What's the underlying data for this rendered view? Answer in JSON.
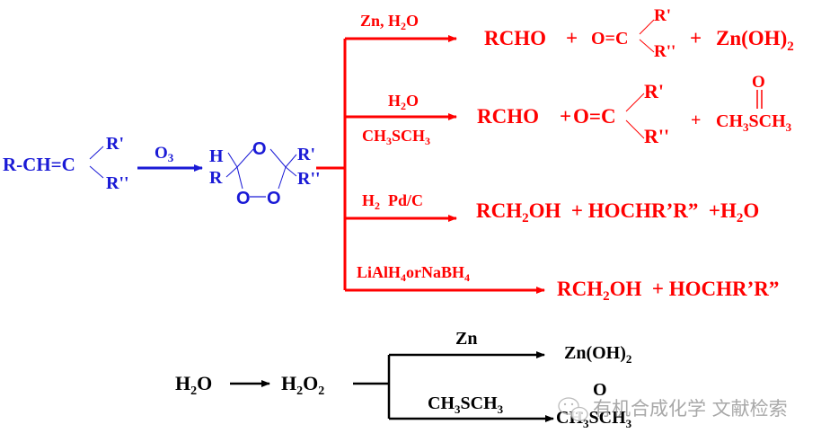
{
  "colors": {
    "reactant": "#1a1ad6",
    "products": "#ff0000",
    "side_scheme": "#000000",
    "watermark": "#9a9a9a"
  },
  "reactant": {
    "main": "R-CH=C",
    "sub1": "R'",
    "sub2": "R''"
  },
  "ozonolysis_reagent": {
    "base": "O",
    "sub": "3"
  },
  "ozonide": {
    "h": "H",
    "r": "R",
    "o_top": "O",
    "o_left": "O",
    "o_right": "O",
    "r1": "R'",
    "r2": "R''"
  },
  "branches": [
    {
      "reagent_parts": [
        "Zn, H",
        "2",
        "O"
      ],
      "product_rcho": "RCHO",
      "plus1": "+",
      "ketone": "O=C",
      "ketone_r1": "R'",
      "ketone_r2": "R''",
      "plus2": "+",
      "byproduct_parts": [
        "Zn(OH)",
        "2"
      ]
    },
    {
      "reagent_top_parts": [
        "H",
        "2",
        "O"
      ],
      "reagent_bottom_parts": [
        "CH",
        "3",
        "SCH",
        "3"
      ],
      "product_rcho": "RCHO",
      "plus1": "+",
      "ketone": "O=C",
      "ketone_r1": "R'",
      "ketone_r2": "R''",
      "plus2": "+",
      "byproduct_o": "O",
      "byproduct_parts": [
        "CH",
        "3",
        "SCH",
        "3"
      ]
    },
    {
      "reagent_parts": [
        "H",
        "2",
        "  Pd/C"
      ],
      "product_parts": [
        "RCH",
        "2",
        "OH  + HOCHR’R”  +H",
        "2",
        "O"
      ]
    },
    {
      "reagent_parts": [
        "LiAlH",
        "4",
        "orNaBH",
        "4"
      ],
      "product_parts": [
        "RCH",
        "2",
        "OH  + HOCHR’R”"
      ]
    }
  ],
  "side_scheme": {
    "water_parts": [
      "H",
      "2",
      "O"
    ],
    "peroxide_parts": [
      "H",
      "2",
      "O",
      "2"
    ],
    "upper_reagent": "Zn",
    "upper_product_parts": [
      "Zn(OH)",
      "2"
    ],
    "lower_reagent_parts": [
      "CH",
      "3",
      "SCH",
      "3"
    ],
    "lower_product_o": "O",
    "lower_product_parts": [
      "CH",
      "3",
      "SCH",
      "3"
    ]
  },
  "watermark": {
    "text": "有机合成化学 文献检索"
  }
}
